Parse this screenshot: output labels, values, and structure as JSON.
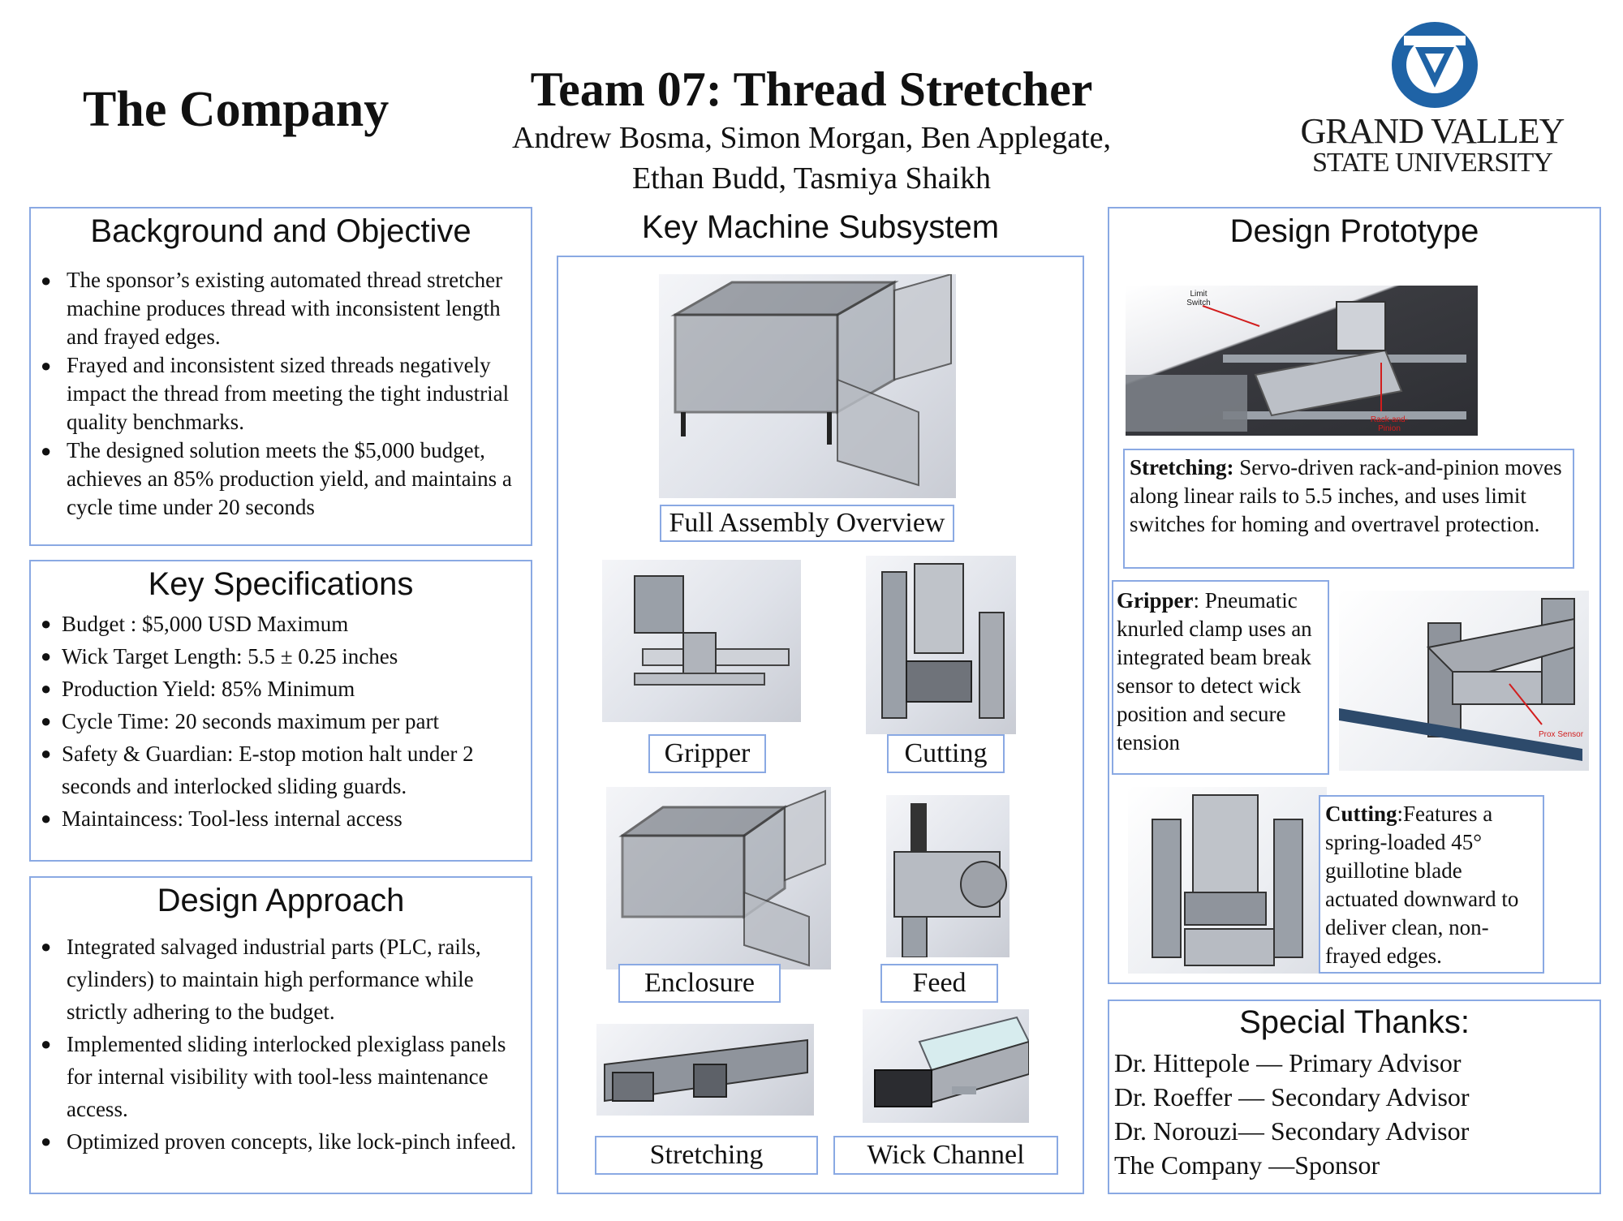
{
  "header": {
    "company": "The Company",
    "title": "Team 07: Thread Stretcher",
    "authors_line1": "Andrew Bosma, Simon Morgan, Ben Applegate,",
    "authors_line2": "Ethan Budd, Tasmiya Shaikh",
    "logo_line1": "GRAND VALLEY",
    "logo_line2": "STATE UNIVERSITY",
    "logo_color": "#1f63a6"
  },
  "background": {
    "title": "Background and Objective",
    "bullets": [
      "The sponsor’s existing automated thread stretcher machine produces thread with inconsistent length and frayed edges.",
      "Frayed and inconsistent sized threads negatively impact the thread from meeting the tight industrial quality benchmarks.",
      "The designed solution meets the  $5,000 budget, achieves an 85% production yield, and maintains a cycle time under 20 seconds"
    ]
  },
  "specs": {
    "title": "Key Specifications",
    "bullets": [
      "Budget : $5,000 USD Maximum",
      "Wick Target Length: 5.5 ± 0.25 inches",
      "Production Yield: 85% Minimum",
      "Cycle Time: 20 seconds maximum per part",
      "Safety & Guardian: E-stop motion halt under 2 seconds and interlocked sliding guards.",
      "Maintaincess: Tool-less internal access"
    ]
  },
  "approach": {
    "title": "Design Approach",
    "bullets": [
      "Integrated salvaged industrial parts (PLC, rails, cylinders) to maintain high performance while strictly adhering to the budget.",
      "Implemented sliding interlocked plexiglass panels for internal visibility with tool-less maintenance access.",
      "Optimized proven concepts, like lock-pinch infeed."
    ]
  },
  "subsystem": {
    "title": "Key Machine Subsystem",
    "captions": {
      "full": "Full Assembly Overview",
      "gripper": "Gripper",
      "cutting": "Cutting",
      "enclosure": "Enclosure",
      "feed": "Feed",
      "stretching": "Stretching",
      "wick": "Wick Channel"
    }
  },
  "prototype": {
    "title": "Design Prototype",
    "stretching_label": "Stretching:",
    "stretching_text": " Servo-driven rack-and-pinion moves along linear rails to 5.5 inches, and uses limit switches for homing and overtravel protection.",
    "gripper_label": "Gripper",
    "gripper_text": ": Pneumatic knurled clamp uses an integrated beam break sensor to detect wick position and secure tension",
    "cutting_label": "Cutting",
    "cutting_text": ":Features a spring-loaded 45° guillotine blade actuated downward to deliver clean, non-frayed edges.",
    "limit_switch_label": "Limit Switch",
    "rack_pinion_label": "Rack-and-Pinion",
    "prox_sensor_label": "Prox Sensor"
  },
  "thanks": {
    "title": "Special Thanks:",
    "lines": [
      "Dr. Hittepole — Primary Advisor",
      "Dr. Roeffer — Secondary Advisor",
      "Dr. Norouzi— Secondary Advisor",
      "The Company —Sponsor"
    ]
  }
}
